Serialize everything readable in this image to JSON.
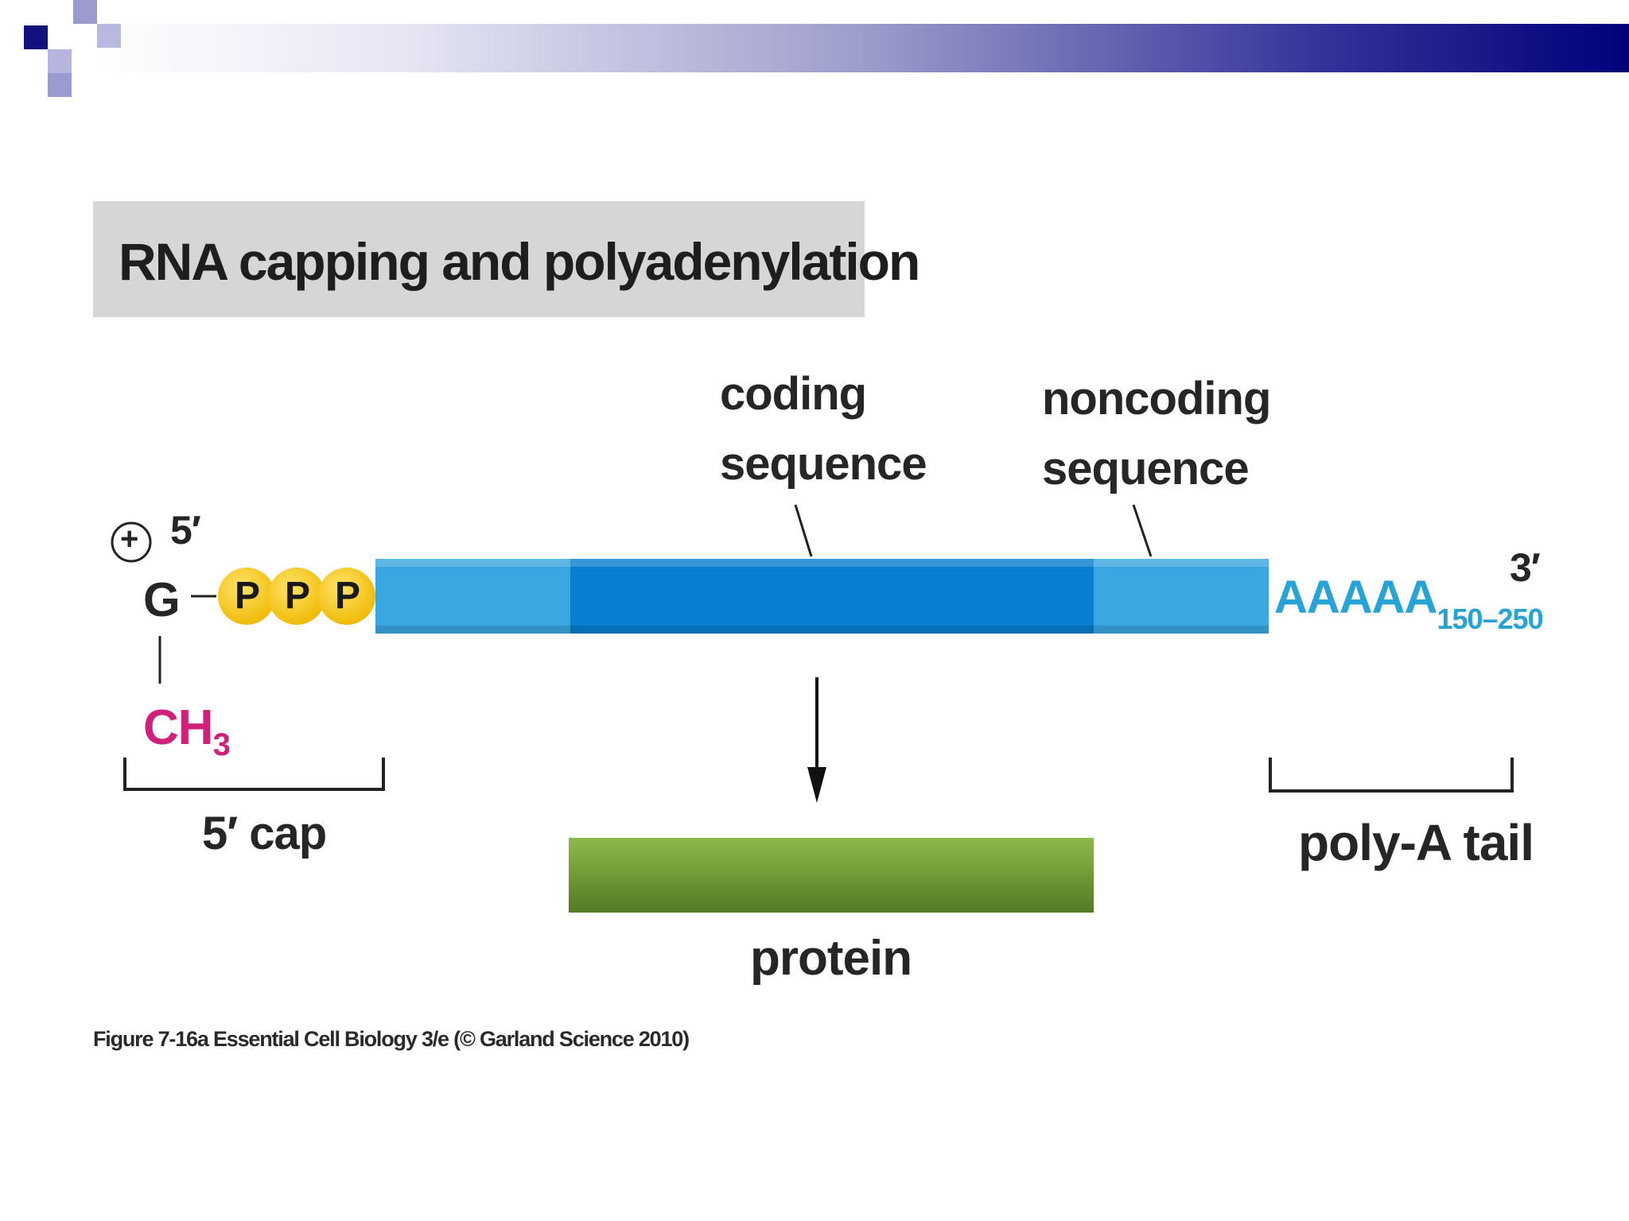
{
  "figure": {
    "title": "RNA capping and polyadenylation",
    "labels": {
      "coding_line1": "coding",
      "coding_line2": "sequence",
      "noncoding_line1": "noncoding",
      "noncoding_line2": "sequence",
      "five_prime": "5′",
      "three_prime": "3′",
      "plus_sign": "+",
      "guanine": "G",
      "phosphate": "P",
      "methyl": "CH",
      "methyl_subscript": "3",
      "five_prime_cap": "5′ cap",
      "poly_a": "AAAAA",
      "poly_a_subscript": "150–250",
      "poly_a_tail": "poly-A tail",
      "protein": "protein"
    },
    "credit": "Figure 7-16a  Essential Cell Biology 3/e (© Garland Science 2010)"
  },
  "colors": {
    "header_dark": "#00007a",
    "mrna_light": "#3ba7e0",
    "mrna_coding": "#0a7fd1",
    "phosphate_fill": "#f5c500",
    "methyl_text": "#d0207a",
    "poly_a_text": "#27a3d8",
    "protein_fill": "#6f9a35"
  }
}
